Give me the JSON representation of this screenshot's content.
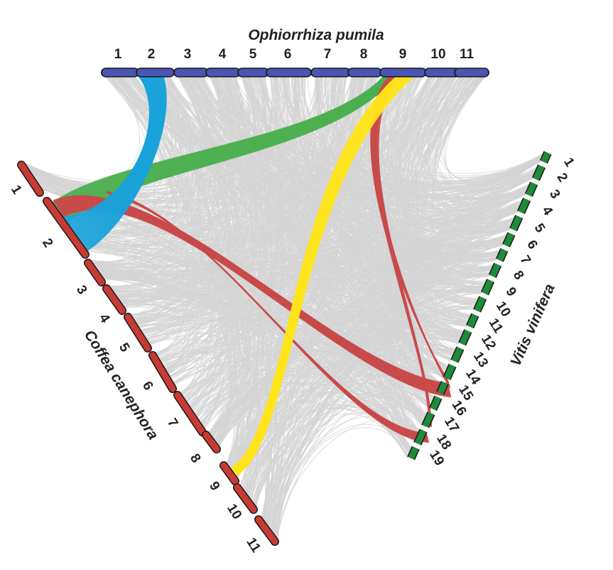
{
  "genomes": {
    "top": {
      "name": "Ophiorrhiza pumila",
      "color": "#4a55b5",
      "chromosomes": [
        "1",
        "2",
        "3",
        "4",
        "5",
        "6",
        "7",
        "8",
        "9",
        "10",
        "11"
      ]
    },
    "left": {
      "name": "Coffea canephora",
      "color": "#c83a34",
      "chromosomes": [
        "1",
        "2",
        "3",
        "4",
        "5",
        "6",
        "7",
        "8",
        "9",
        "10",
        "11"
      ]
    },
    "right": {
      "name": "Vitis vinifera",
      "color": "#1e8a3a",
      "chromosomes": [
        "1",
        "2",
        "3",
        "4",
        "5",
        "6",
        "7",
        "8",
        "9",
        "10",
        "11",
        "12",
        "13",
        "14",
        "15",
        "16",
        "17",
        "18",
        "19"
      ]
    }
  },
  "highlight_colors": {
    "green": "#4caf50",
    "blue": "#1aa3d9",
    "red": "#c94a4a",
    "yellow": "#ffe419",
    "background": "#d4d4d4"
  }
}
